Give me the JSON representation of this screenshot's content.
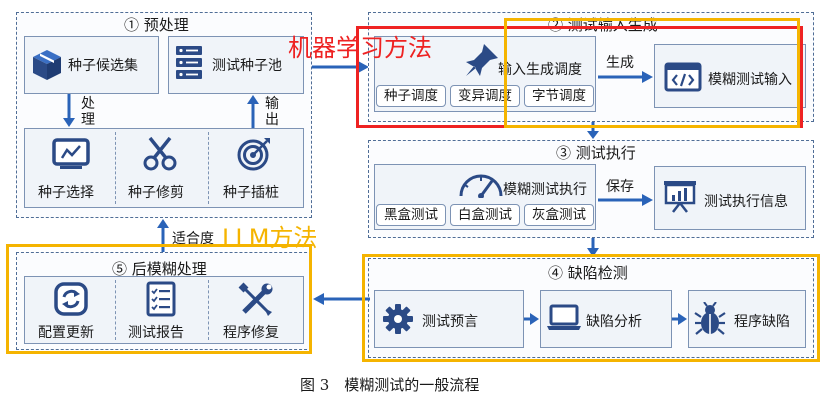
{
  "caption": "图 3　模糊测试的一般流程",
  "annotations": {
    "ml_method": "机器学习方法",
    "llm_method": "LLM方法"
  },
  "panel1": {
    "title": "① 预处理",
    "seed_candidates": "种子候选集",
    "test_seed_pool": "测试种子池",
    "process": "处理",
    "output": "输出",
    "seed_selection": "种子选择",
    "seed_trimming": "种子修剪",
    "seed_instrumentation": "种子插桩"
  },
  "panel2": {
    "title": "② 测试输入生成",
    "input_gen_scheduling": "输入生成调度",
    "seed_scheduling": "种子调度",
    "mutation_scheduling": "变异调度",
    "byte_scheduling": "字节调度",
    "generate": "生成",
    "fuzz_input": "模糊测试输入"
  },
  "panel3": {
    "title": "③ 测试执行",
    "fuzz_execution": "模糊测试执行",
    "blackbox": "黑盒测试",
    "whitebox": "白盒测试",
    "graybox": "灰盒测试",
    "save": "保存",
    "exec_info": "测试执行信息"
  },
  "panel4": {
    "title": "④ 缺陷检测",
    "test_oracle": "测试预言",
    "defect_analysis": "缺陷分析",
    "program_defect": "程序缺陷"
  },
  "panel5": {
    "title": "⑤ 后模糊处理",
    "config_update": "配置更新",
    "test_report": "测试报告",
    "program_repair": "程序修复",
    "fitness": "适合度"
  },
  "colors": {
    "accent": "#2a63b8",
    "icon_dark": "#2b4a86",
    "annotation_red": "#ee2222",
    "annotation_yellow": "#f5b400"
  }
}
